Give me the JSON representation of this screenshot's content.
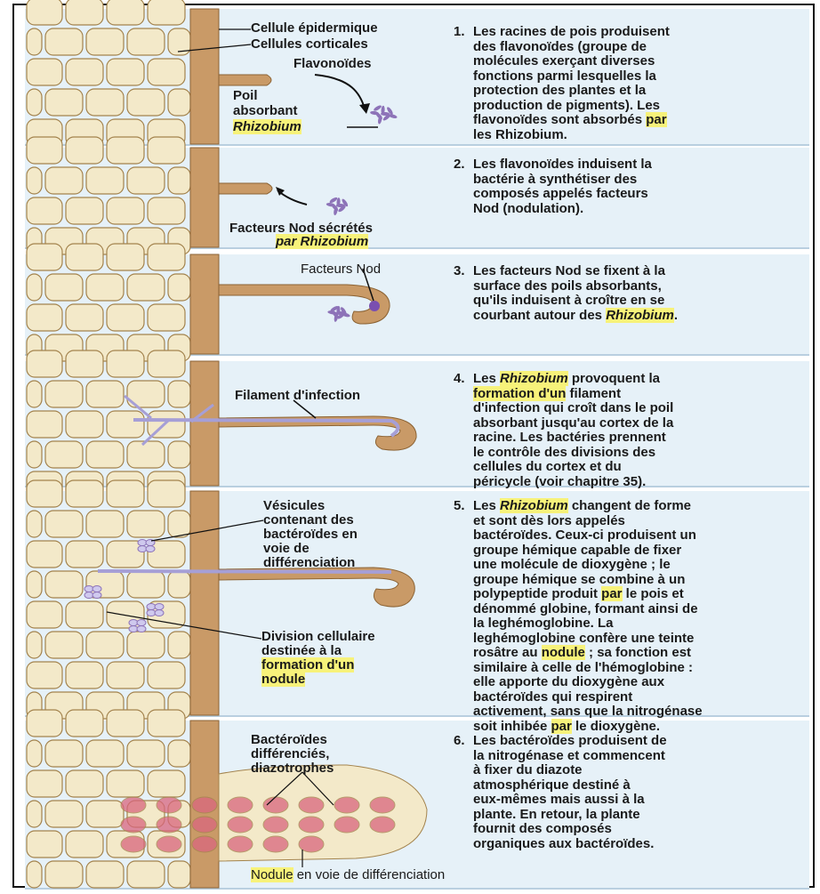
{
  "panels": [
    {
      "step_number": "1.",
      "text": [
        "Les racines de pois produisent",
        "des flavonoïdes (groupe de",
        "molécules exerçant diverses",
        "fonctions parmi lesquelles la",
        "protection des plantes et la",
        "production de pigments). Les",
        [
          "flavonoïdes sont absorbés ",
          {
            "hl": "par"
          }
        ],
        "les Rhizobium."
      ],
      "labels": {
        "cellule_epidermique": "Cellule épidermique",
        "cellules_corticales": "Cellules corticales",
        "flavonoides": "Flavonoïdes",
        "poil_absorbant_1": "Poil",
        "poil_absorbant_2": "absorbant",
        "rhizobium": "Rhizobium"
      }
    },
    {
      "step_number": "2.",
      "text": [
        "Les flavonoïdes induisent la",
        "bactérie à synthétiser des",
        "composés appelés facteurs",
        "Nod (nodulation)."
      ],
      "labels": {
        "facteurs_line1": "Facteurs Nod sécrétés",
        "facteurs_line2": "par Rhizobium"
      }
    },
    {
      "step_number": "3.",
      "text": [
        "Les facteurs Nod se fixent à la",
        "surface des poils absorbants,",
        "qu'ils induisent à croître en se",
        [
          "courbant autour des ",
          {
            "hl": "Rhizobium",
            "italic": true
          },
          "."
        ]
      ],
      "labels": {
        "facteurs_nod": "Facteurs Nod"
      }
    },
    {
      "step_number": "4.",
      "text": [
        [
          "Les ",
          {
            "hl": "Rhizobium",
            "italic": true
          },
          " provoquent la"
        ],
        [
          {
            "hl": "formation d'un"
          },
          " filament"
        ],
        "d'infection qui croît dans le poil",
        "absorbant jusqu'au cortex de la",
        "racine. Les bactéries prennent",
        "le contrôle des divisions des",
        "cellules du cortex et du",
        "péricycle (voir chapitre 35)."
      ],
      "labels": {
        "filament": "Filament d'infection"
      }
    },
    {
      "step_number": "5.",
      "text": [
        [
          "Les ",
          {
            "hl": "Rhizobium",
            "italic": true
          },
          " changent de forme"
        ],
        "et sont dès lors appelés",
        "bactéroïdes. Ceux-ci produisent un",
        "groupe hémique capable de fixer",
        "une molécule de dioxygène ; le",
        "groupe hémique se combine à un",
        [
          "polypeptide produit ",
          {
            "hl": "par"
          },
          " le pois et"
        ],
        "dénommé globine, formant ainsi de",
        "la leghémoglobine. La",
        "leghémoglobine confère une teinte",
        [
          "rosâtre au ",
          {
            "hl": "nodule"
          },
          " ; sa fonction est"
        ],
        "similaire à celle de l'hémoglobine :",
        "elle apporte du dioxygène aux",
        "bactéroïdes qui respirent",
        "activement, sans que la nitrogénase",
        [
          "soit inhibée ",
          {
            "hl": "par"
          },
          " le dioxygène."
        ]
      ],
      "labels": {
        "vesicules": [
          "Vésicules",
          "contenant des",
          "bactéroïdes en",
          "voie de",
          "différenciation"
        ],
        "division": [
          "Division cellulaire",
          "destinée à la",
          [
            {
              "hl": "formation d'un"
            }
          ],
          [
            {
              "hl": "nodule"
            }
          ]
        ]
      }
    },
    {
      "step_number": "6.",
      "text": [
        "Les bactéroïdes produisent de",
        "la nitrogénase et commencent",
        "à fixer du diazote",
        "atmosphérique destiné à",
        "eux-mêmes mais aussi à la",
        "plante. En retour, la plante",
        "fournit des composés",
        "organiques aux bactéroïdes."
      ],
      "labels": {
        "bacteroides": [
          "Bactéroïdes",
          "différenciés,",
          "diazotrophes"
        ],
        "nodule": [
          {
            "hl": "Nodule"
          },
          " en voie de différenciation"
        ]
      }
    }
  ],
  "colors": {
    "panel_bg": "#e6f1f8",
    "cell_fill": "#f3e9c9",
    "cell_stroke": "#a3834d",
    "root_hair": "#c99a67",
    "bacteria": "#8d73b8",
    "highlight": "#f7f27a",
    "nodule_pink": "#d9667e"
  }
}
